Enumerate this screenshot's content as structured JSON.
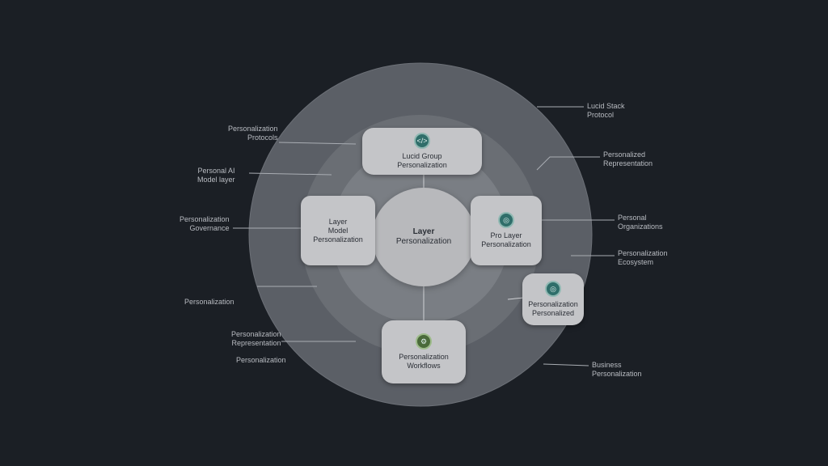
{
  "diagram": {
    "center": {
      "title": "Layer",
      "subtitle": "Personalization"
    },
    "nodes": [
      {
        "id": "top",
        "line1": "Lucid Group",
        "line2": "Personalization",
        "icon": "</>"
      },
      {
        "id": "left",
        "line1": "Layer",
        "line2": "Model",
        "line3": "Personalization"
      },
      {
        "id": "right",
        "line1": "Pro Layer",
        "line2": "Personalization",
        "icon": "◎"
      },
      {
        "id": "lower-right",
        "line1": "Personalization",
        "line2": "Personalized",
        "icon": "◎"
      },
      {
        "id": "bottom",
        "line1": "Personalization",
        "line2": "Workflows",
        "icon": "⚙"
      }
    ],
    "labels_left": [
      {
        "l1": "Personalization",
        "l2": "Protocols"
      },
      {
        "l1": "Personal AI",
        "l2": "Model layer"
      },
      {
        "l1": "Personalization",
        "l2": "Governance"
      },
      {
        "l1": "Personalization",
        "l2": ""
      },
      {
        "l1": "Personalization",
        "l2": "Representation"
      },
      {
        "l1": "Personalization",
        "l2": ""
      }
    ],
    "labels_right": [
      {
        "l1": "Lucid Stack",
        "l2": "Protocol"
      },
      {
        "l1": "Personalized",
        "l2": "Representation"
      },
      {
        "l1": "Personal",
        "l2": "Organizations"
      },
      {
        "l1": "Personalization",
        "l2": "Ecosystem"
      },
      {
        "l1": "Business",
        "l2": "Personalization"
      }
    ]
  }
}
